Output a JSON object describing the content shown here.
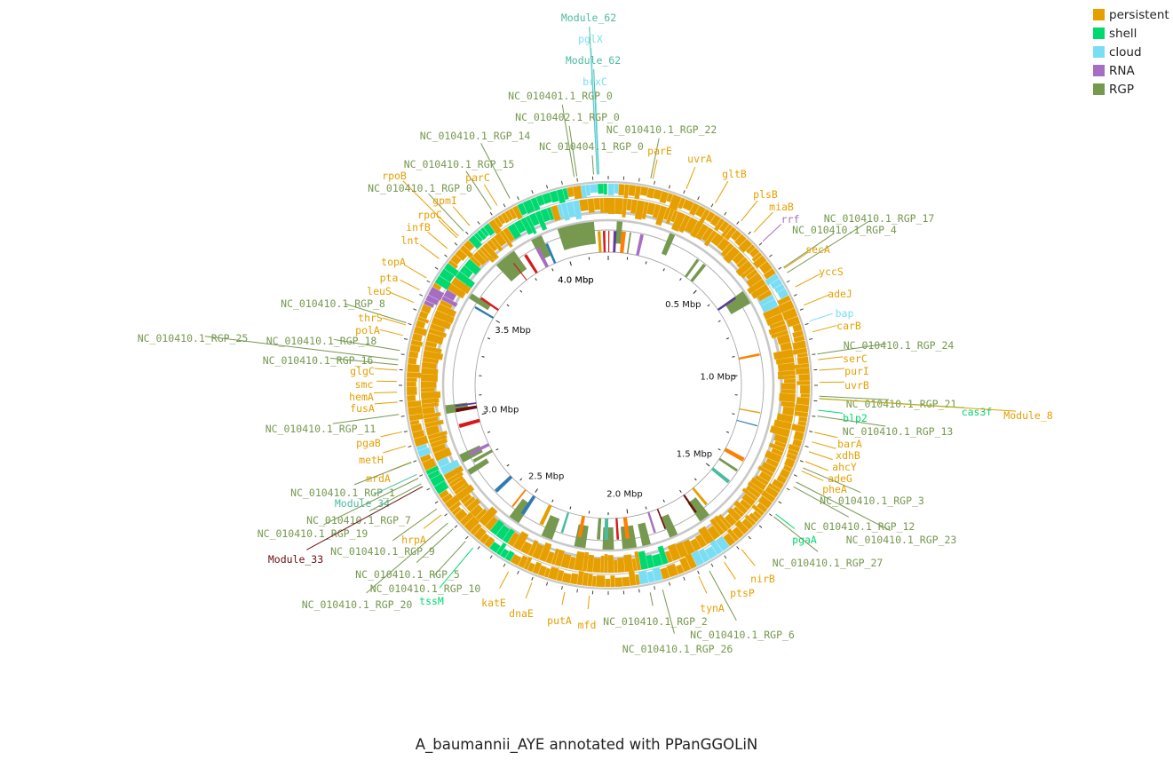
{
  "title": "A_baumannii_AYE annotated with PPanGGOLiN",
  "colors": {
    "persistent": "#e69f00",
    "shell": "#00d96f",
    "cloud": "#79def4",
    "rna": "#a66ec2",
    "rgp": "#76984f",
    "module_teal": "#4bbba0",
    "module_dark": "#6b0f0f",
    "ring_gray": "#c8c8c8"
  },
  "legend": [
    {
      "label": "persistent",
      "color": "#e69f00"
    },
    {
      "label": "shell",
      "color": "#00d96f"
    },
    {
      "label": "cloud",
      "color": "#79def4"
    },
    {
      "label": "RNA",
      "color": "#a66ec2"
    },
    {
      "label": "RGP",
      "color": "#76984f"
    }
  ],
  "ticks": [
    "0.5 Mbp",
    "1.0 Mbp",
    "1.5 Mbp",
    "2.0 Mbp",
    "2.5 Mbp",
    "3.0 Mbp",
    "3.5 Mbp",
    "4.0 Mbp"
  ],
  "labels": [
    {
      "text": "Module_62",
      "cls": "module"
    },
    {
      "text": "pglX",
      "cls": "cloud"
    },
    {
      "text": "Module_62",
      "cls": "module"
    },
    {
      "text": "brxC",
      "cls": "cloud"
    },
    {
      "text": "NC_010401.1_RGP_0",
      "cls": "rgp"
    },
    {
      "text": "NC_010402.1_RGP_0",
      "cls": "rgp"
    },
    {
      "text": "NC_010410.1_RGP_22",
      "cls": "rgp"
    },
    {
      "text": "NC_010410.1_RGP_14",
      "cls": "rgp"
    },
    {
      "text": "NC_010404.1_RGP_0",
      "cls": "rgp"
    },
    {
      "text": "parE",
      "cls": "persistent"
    },
    {
      "text": "uvrA",
      "cls": "persistent"
    },
    {
      "text": "NC_010410.1_RGP_15",
      "cls": "rgp"
    },
    {
      "text": "gltB",
      "cls": "persistent"
    },
    {
      "text": "rpoB",
      "cls": "persistent"
    },
    {
      "text": "parC",
      "cls": "persistent"
    },
    {
      "text": "NC_010410.1_RGP_0",
      "cls": "rgp"
    },
    {
      "text": "plsB",
      "cls": "persistent"
    },
    {
      "text": "gpmI",
      "cls": "persistent"
    },
    {
      "text": "miaB",
      "cls": "persistent"
    },
    {
      "text": "rpoC",
      "cls": "persistent"
    },
    {
      "text": "rrf",
      "cls": "rna"
    },
    {
      "text": "NC_010410.1_RGP_17",
      "cls": "rgp"
    },
    {
      "text": "infB",
      "cls": "persistent"
    },
    {
      "text": "NC_010410.1_RGP_4",
      "cls": "rgp"
    },
    {
      "text": "lnt",
      "cls": "persistent"
    },
    {
      "text": "secA",
      "cls": "persistent"
    },
    {
      "text": "topA",
      "cls": "persistent"
    },
    {
      "text": "yccS",
      "cls": "persistent"
    },
    {
      "text": "pta",
      "cls": "persistent"
    },
    {
      "text": "leuS",
      "cls": "persistent"
    },
    {
      "text": "adeJ",
      "cls": "persistent"
    },
    {
      "text": "NC_010410.1_RGP_8",
      "cls": "rgp"
    },
    {
      "text": "bap",
      "cls": "cloud"
    },
    {
      "text": "thrS",
      "cls": "persistent"
    },
    {
      "text": "carB",
      "cls": "persistent"
    },
    {
      "text": "polA",
      "cls": "persistent"
    },
    {
      "text": "NC_010410.1_RGP_25",
      "cls": "rgp"
    },
    {
      "text": "NC_010410.1_RGP_18",
      "cls": "rgp"
    },
    {
      "text": "NC_010410.1_RGP_24",
      "cls": "rgp"
    },
    {
      "text": "NC_010410.1_RGP_16",
      "cls": "rgp"
    },
    {
      "text": "serC",
      "cls": "persistent"
    },
    {
      "text": "glgC",
      "cls": "persistent"
    },
    {
      "text": "purI",
      "cls": "persistent"
    },
    {
      "text": "smc",
      "cls": "persistent"
    },
    {
      "text": "uvrB",
      "cls": "persistent"
    },
    {
      "text": "hemA",
      "cls": "persistent"
    },
    {
      "text": "fusA",
      "cls": "persistent"
    },
    {
      "text": "NC_010410.1_RGP_21",
      "cls": "rgp"
    },
    {
      "text": "cas3f",
      "cls": "shell"
    },
    {
      "text": "Module_8",
      "cls": "persistent"
    },
    {
      "text": "blp2",
      "cls": "shell"
    },
    {
      "text": "NC_010410.1_RGP_11",
      "cls": "rgp"
    },
    {
      "text": "NC_010410.1_RGP_13",
      "cls": "rgp"
    },
    {
      "text": "pgaB",
      "cls": "persistent"
    },
    {
      "text": "barA",
      "cls": "persistent"
    },
    {
      "text": "xdhB",
      "cls": "persistent"
    },
    {
      "text": "metH",
      "cls": "persistent"
    },
    {
      "text": "ahcY",
      "cls": "persistent"
    },
    {
      "text": "mrdA",
      "cls": "persistent"
    },
    {
      "text": "adeG",
      "cls": "persistent"
    },
    {
      "text": "NC_010410.1_RGP_1",
      "cls": "rgp"
    },
    {
      "text": "pheA",
      "cls": "persistent"
    },
    {
      "text": "Module_34",
      "cls": "module"
    },
    {
      "text": "NC_010410.1_RGP_3",
      "cls": "rgp"
    },
    {
      "text": "NC_010410.1_RGP_7",
      "cls": "rgp"
    },
    {
      "text": "NC_010410.1_RGP_12",
      "cls": "rgp"
    },
    {
      "text": "NC_010410.1_RGP_19",
      "cls": "rgp"
    },
    {
      "text": "pgaA",
      "cls": "shell"
    },
    {
      "text": "NC_010410.1_RGP_23",
      "cls": "rgp"
    },
    {
      "text": "hrpA",
      "cls": "persistent"
    },
    {
      "text": "NC_010410.1_RGP_9",
      "cls": "rgp"
    },
    {
      "text": "Module_33",
      "cls": "module_dark"
    },
    {
      "text": "NC_010410.1_RGP_27",
      "cls": "rgp"
    },
    {
      "text": "NC_010410.1_RGP_5",
      "cls": "rgp"
    },
    {
      "text": "nirB",
      "cls": "persistent"
    },
    {
      "text": "NC_010410.1_RGP_10",
      "cls": "rgp"
    },
    {
      "text": "ptsP",
      "cls": "persistent"
    },
    {
      "text": "tssM",
      "cls": "shell"
    },
    {
      "text": "katE",
      "cls": "persistent"
    },
    {
      "text": "NC_010410.1_RGP_20",
      "cls": "rgp"
    },
    {
      "text": "tynA",
      "cls": "persistent"
    },
    {
      "text": "dnaE",
      "cls": "persistent"
    },
    {
      "text": "putA",
      "cls": "persistent"
    },
    {
      "text": "NC_010410.1_RGP_2",
      "cls": "rgp"
    },
    {
      "text": "mfd",
      "cls": "persistent"
    },
    {
      "text": "NC_010410.1_RGP_6",
      "cls": "rgp"
    },
    {
      "text": "NC_010410.1_RGP_26",
      "cls": "rgp"
    }
  ]
}
